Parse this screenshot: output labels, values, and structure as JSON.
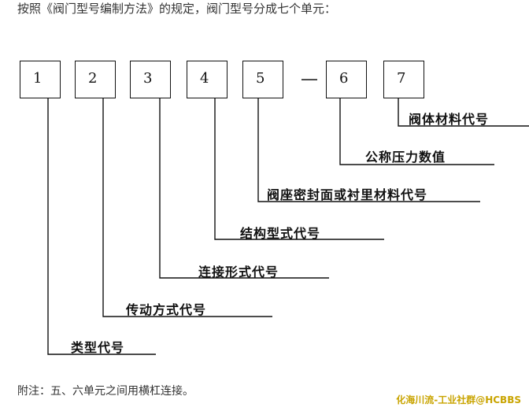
{
  "intro_text": "按照《阀门型号编制方法》的规定，阀门型号分成七个单元：",
  "units": [
    "1",
    "2",
    "3",
    "4",
    "5",
    "6",
    "7"
  ],
  "separator": "—",
  "labels": {
    "unit1": "类型代号",
    "unit2": "传动方式代号",
    "unit3": "连接形式代号",
    "unit4": "结构型式代号",
    "unit5": "阀座密封面或衬里材料代号",
    "unit6": "公称压力数值",
    "unit7": "阀体材料代号"
  },
  "note": "附注：五、六单元之间用横杠连接。",
  "watermark": "化海川流-工业社群@HCBBS"
}
